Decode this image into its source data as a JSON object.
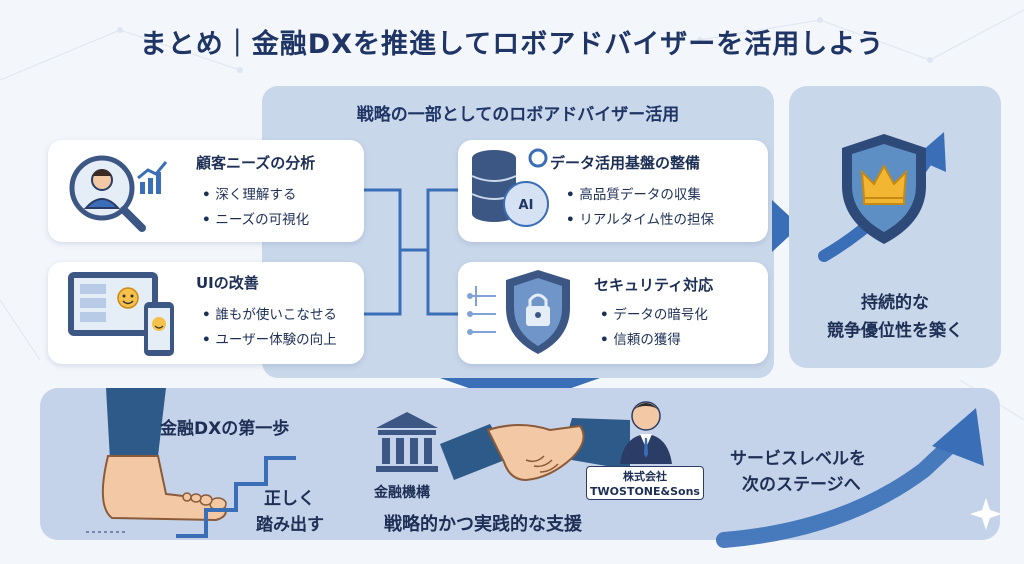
{
  "title": "まとめ｜金融DXを推進してロボアドバイザーを活用しよう",
  "strategy_panel": {
    "heading": "戦略の一部としてのロボアドバイザー活用",
    "cards": [
      {
        "title": "顧客ニーズの分析",
        "bullets": [
          "深く理解する",
          "ニーズの可視化"
        ]
      },
      {
        "title": "UIの改善",
        "bullets": [
          "誰もが使いこなせる",
          "ユーザー体験の向上"
        ]
      },
      {
        "title": "データ活用基盤の整備",
        "bullets": [
          "高品質データの収集",
          "リアルタイム性の担保"
        ]
      },
      {
        "title": "セキュリティ対応",
        "bullets": [
          "データの暗号化",
          "信頼の獲得"
        ]
      }
    ],
    "ai_chip_label": "AI"
  },
  "outcome": {
    "line1": "持続的な",
    "line2": "競争優位性を築く"
  },
  "bottom": {
    "first_step": "金融DXの第一歩",
    "step_out_line1": "正しく",
    "step_out_line2": "踏み出す",
    "institution": "金融機構",
    "company_line1": "株式会社",
    "company_line2": "TWOSTONE&Sons",
    "support": "戦略的かつ実践的な支援",
    "service_line1": "サービスレベルを",
    "service_line2": "次のステージへ"
  },
  "colors": {
    "primary": "#1f3566",
    "accent_blue": "#3a6fb8",
    "panel": "#c9d7ea",
    "gold": "#f2b632"
  }
}
